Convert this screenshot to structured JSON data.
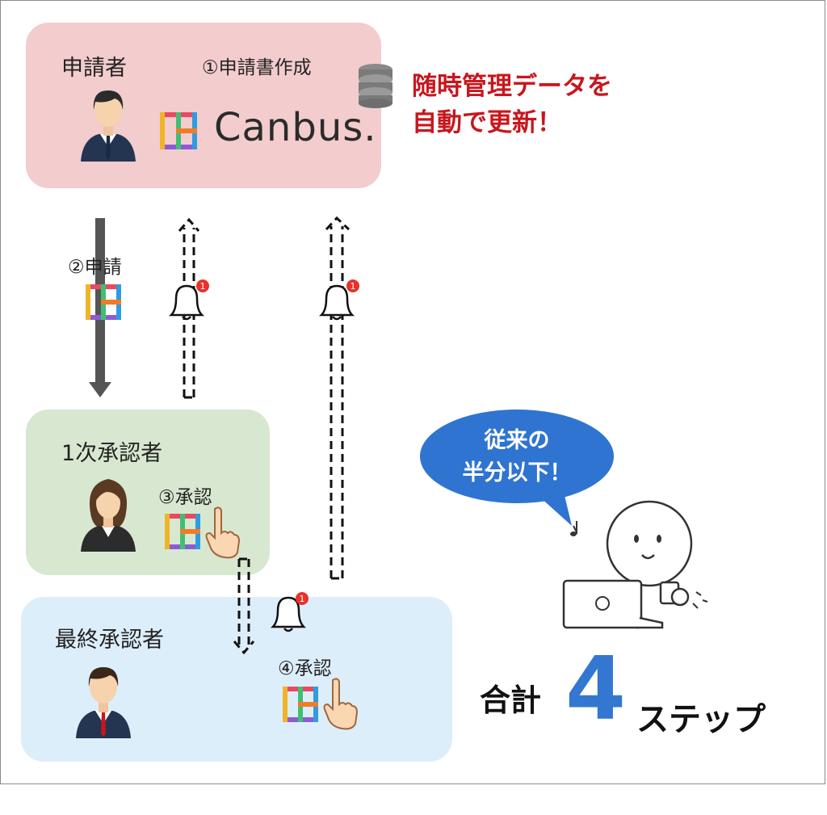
{
  "applicant": {
    "role": "申請者",
    "step": "①申請書作成",
    "brand": "Canbus."
  },
  "note": {
    "line1": "随時管理データを",
    "line2": "自動で更新！"
  },
  "submit": {
    "step": "②申請"
  },
  "first_approver": {
    "role": "1次承認者",
    "step": "③承認"
  },
  "final_approver": {
    "role": "最終承認者",
    "step": "④承認"
  },
  "bubble": {
    "line1": "従来の",
    "line2": "半分以下！"
  },
  "total": {
    "label": "合計",
    "number": "4",
    "unit": "ステップ"
  },
  "notification_badge": "1",
  "colors": {
    "applicant_box": "#f3cccd",
    "first_box": "#d8e8d0",
    "final_box": "#ddeefb",
    "accent_red": "#c8161d",
    "accent_blue": "#3377d1",
    "bubble": "#2f74d0"
  }
}
